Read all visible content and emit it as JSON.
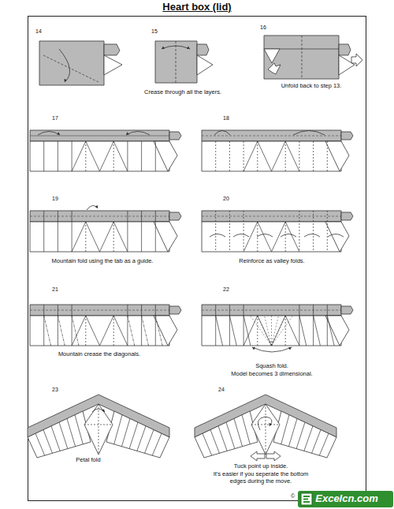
{
  "diagram": {
    "title": "Heart box (lid)",
    "labels": [
      "14",
      "15",
      "Crease through all the layers.",
      "16",
      "Unfold back to step 13.",
      "17",
      "18",
      "19",
      "Mountain fold using the tab as a guide.",
      "20",
      "Reinforce as valley folds.",
      "21",
      "Mountain crease the diagonals.",
      "22",
      "Squash fold.",
      "Model becomes 3 dimensional.",
      "23",
      "Petal fold",
      "24",
      "Tuck point up inside.",
      "It's easier if you seperate the bottom edges during the move.",
      "©",
      "Excelcn.com"
    ]
  }
}
